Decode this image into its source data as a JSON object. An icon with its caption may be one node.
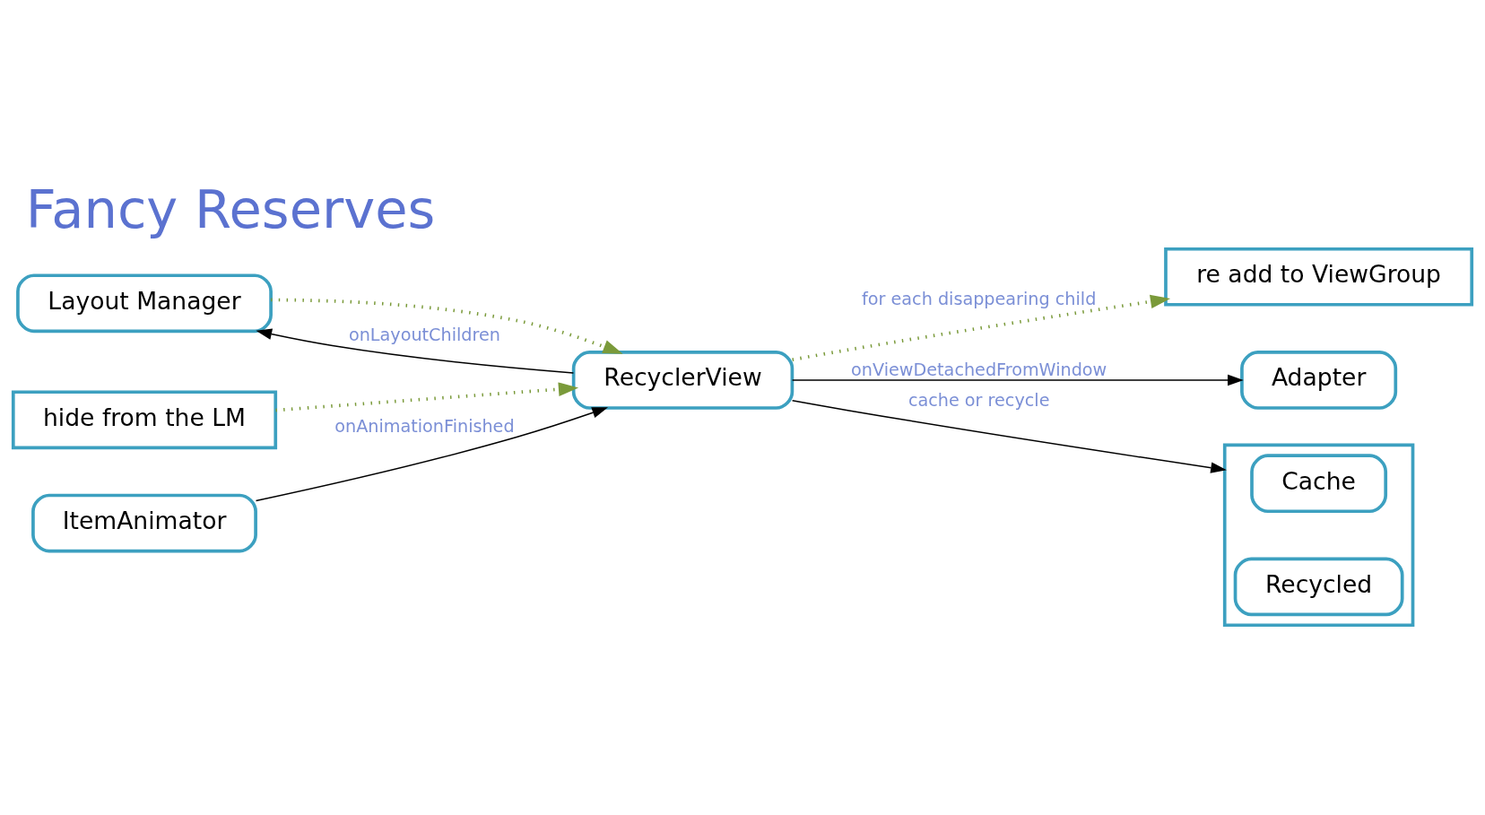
{
  "diagram": {
    "title": "Fancy Reserves",
    "nodes": [
      {
        "text": [
          "Layout Manager"
        ]
      },
      {
        "text": [
          "RecyclerView"
        ]
      },
      {
        "text": [
          "re add to ViewGroup"
        ]
      },
      {
        "text": [
          "hide from the LM"
        ]
      },
      {
        "text": [
          "ItemAnimator"
        ]
      },
      {
        "text": [
          "Adapter"
        ]
      },
      {
        "text": [],
        "shape": "box"
      },
      {
        "text": [
          "Cache"
        ],
        "in": 6
      },
      {
        "text": [
          "Recycled"
        ],
        "in": 6
      }
    ],
    "edges": [
      {
        "from": 1,
        "to": 0,
        "arrow": "to",
        "label": "onLayoutChildren"
      },
      {
        "from": 0,
        "to": 1,
        "arrow": "to",
        "style": "dashed",
        "color": "#7a9a3a"
      },
      {
        "from": 1,
        "to": 2,
        "arrow": "to",
        "label": "for each disappearing child",
        "style": "dashed",
        "color": "#7a9a3a"
      },
      {
        "from": 3,
        "to": 1,
        "arrow": "to",
        "style": "dashed",
        "color": "#7a9a3a"
      },
      {
        "from": 4,
        "to": 1,
        "arrow": "to",
        "label": "onAnimationFinished"
      },
      {
        "from": 1,
        "to": 5,
        "arrow": "to",
        "label": "onViewDetachedFromWindow"
      },
      {
        "from": 1,
        "to": 6,
        "arrow": "to",
        "label": "cache or recycle"
      }
    ]
  }
}
